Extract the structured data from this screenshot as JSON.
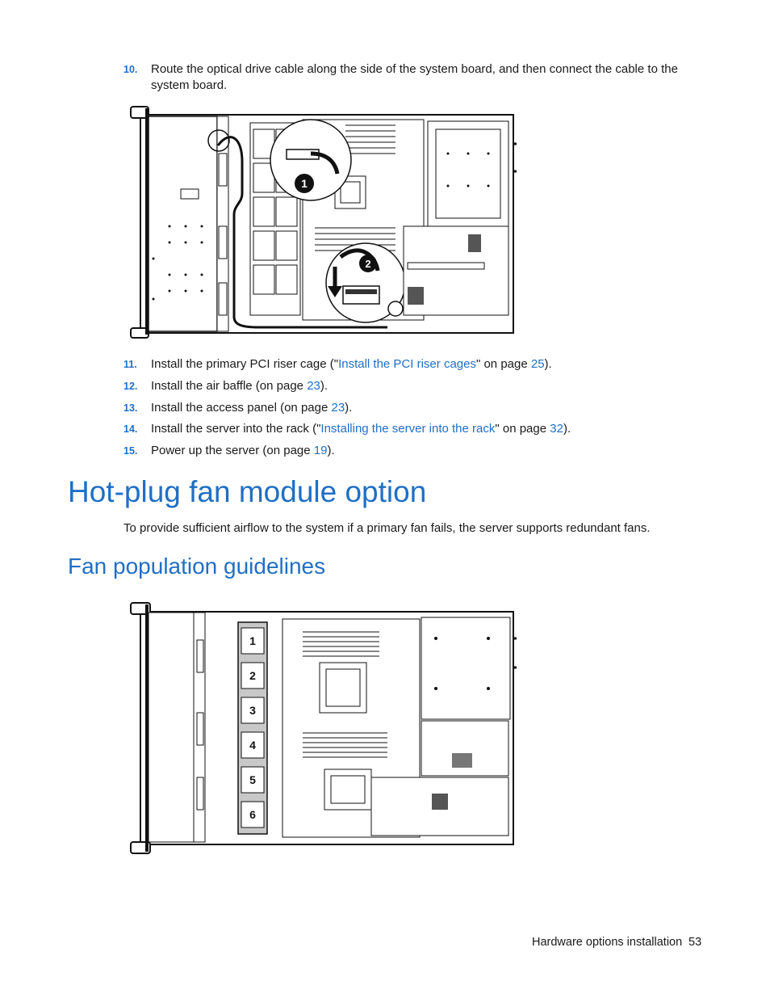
{
  "steps": [
    {
      "num": "10.",
      "text_a": "Route the optical drive cable along the side of the system board, and then connect the cable to the",
      "text_b": "system board."
    },
    {
      "num": "11.",
      "pre": "Install the primary PCI riser cage (\"",
      "link": "Install the PCI riser cages",
      "mid": "\" on page ",
      "page": "25",
      "post": ")."
    },
    {
      "num": "12.",
      "pre": "Install the air baffle (on page ",
      "page": "23",
      "post": ")."
    },
    {
      "num": "13.",
      "pre": "Install the access panel (on page ",
      "page": "23",
      "post": ")."
    },
    {
      "num": "14.",
      "pre": "Install the server into the rack (\"",
      "link": "Installing the server into the rack",
      "mid": "\" on page ",
      "page": "32",
      "post": ")."
    },
    {
      "num": "15.",
      "pre": "Power up the server (on page ",
      "page": "19",
      "post": ")."
    }
  ],
  "figure1": {
    "callout_1": "1",
    "callout_2": "2"
  },
  "heading_main": "Hot-plug fan module option",
  "paragraph": "To provide sufficient airflow to the system if a primary fan fails, the server supports redundant fans.",
  "heading_sub": "Fan population guidelines",
  "figure2": {
    "fan_labels": [
      "1",
      "2",
      "3",
      "4",
      "5",
      "6"
    ]
  },
  "footer": {
    "section": "Hardware options installation",
    "page_number": "53"
  },
  "colors": {
    "accent": "#1f6fc5",
    "text": "#1a1a1a",
    "fan_highlight": "#c8c8c8"
  }
}
